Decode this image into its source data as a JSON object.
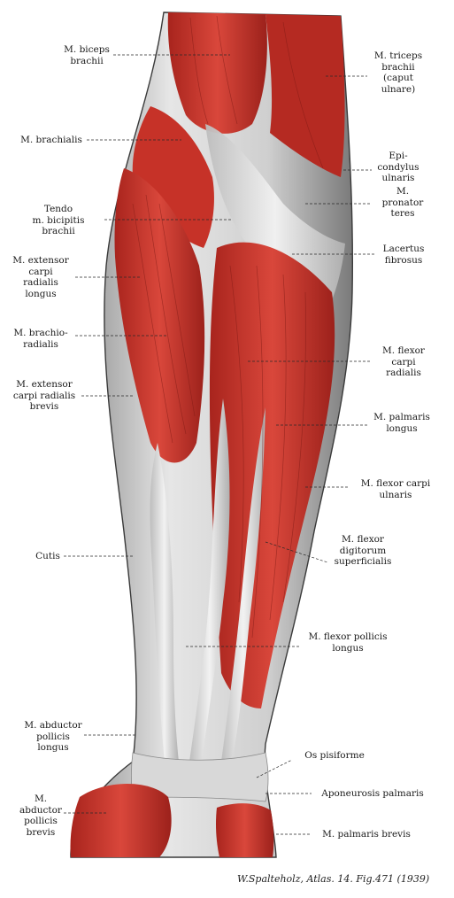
{
  "labels": {
    "biceps": [
      "M. biceps",
      "brachii"
    ],
    "brachialis": [
      "M. brachialis"
    ],
    "tendo": [
      "Tendo",
      "m. bicipitis",
      "brachii"
    ],
    "ecrl": [
      "M. extensor",
      "carpi",
      "radialis",
      "longus"
    ],
    "brachioradialis": [
      "M. brachio-",
      "radialis"
    ],
    "ecrb": [
      "M. extensor",
      "carpi radialis",
      "brevis"
    ],
    "cutis": [
      "Cutis"
    ],
    "apl": [
      "M. abductor",
      "pollicis",
      "longus"
    ],
    "apb": [
      "M.",
      "abductor",
      "pollicis",
      "brevis"
    ],
    "triceps": [
      "M. triceps",
      "brachii",
      "(caput",
      "ulnare)"
    ],
    "epicondylus": [
      "Epi-",
      "condylus",
      "ulnaris"
    ],
    "pronator": [
      "M.",
      "pronator",
      "teres"
    ],
    "lacertus": [
      "Lacertus",
      "fibrosus"
    ],
    "fcr": [
      "M. flexor",
      "carpi",
      "radialis"
    ],
    "palmaris_longus": [
      "M. palmaris",
      "longus"
    ],
    "fcu": [
      "M. flexor carpi",
      "ulnaris"
    ],
    "fds": [
      "M. flexor",
      "digitorum",
      "superficialis"
    ],
    "fpl": [
      "M. flexor pollicis",
      "longus"
    ],
    "pisiforme": [
      "Os pisiforme"
    ],
    "aponeurosis": [
      "Aponeurosis palmaris"
    ],
    "palmaris_brevis": [
      "M. palmaris brevis"
    ]
  },
  "credit": "W.Spalteholz, Atlas. 14. Fig.471 (1939)",
  "colors": {
    "muscle": "#c8322a",
    "muscle_dark": "#8f1e18",
    "muscle_light": "#e0574a",
    "tendon": "#dadada",
    "tendon_dark": "#9a9a9a",
    "outline": "#3a3a3a"
  }
}
